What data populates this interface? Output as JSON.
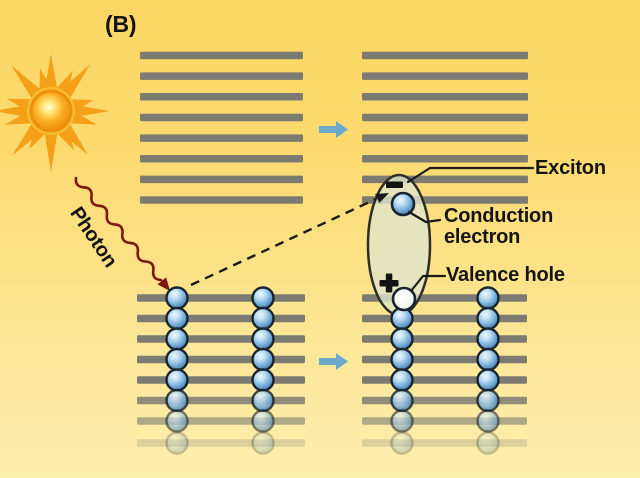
{
  "panel_label": "(B)",
  "labels": {
    "photon": "Photon",
    "exciton": "Exciton",
    "conduction_electron_line1": "Conduction",
    "conduction_electron_line2": "electron",
    "valence_hole": "Valence hole"
  },
  "colors": {
    "background_top": "#FCD765",
    "background_bottom": "#FDEFAE",
    "band_bar": "#7B7B72",
    "electron_outline": "#18242F",
    "electron_blue": "#74A9D8",
    "valence_hole_fill": "#FFFFFF",
    "exciton_ellipse_fill": "#DFE5CC",
    "exciton_ellipse_outline": "#2E2E26",
    "photon_arrow": "#7E180D",
    "dashed_arrow": "#1A1A1A",
    "transition_arrow_blue": "#6CA9CE",
    "sun_ray": "#F4A019",
    "label_text": "#141414"
  },
  "diagram": {
    "top_band_rows_per_crystal": 8,
    "bottom_band_rows_per_crystal": 7,
    "reflection_rows": 1,
    "electron_columns_per_crystal": 2
  }
}
